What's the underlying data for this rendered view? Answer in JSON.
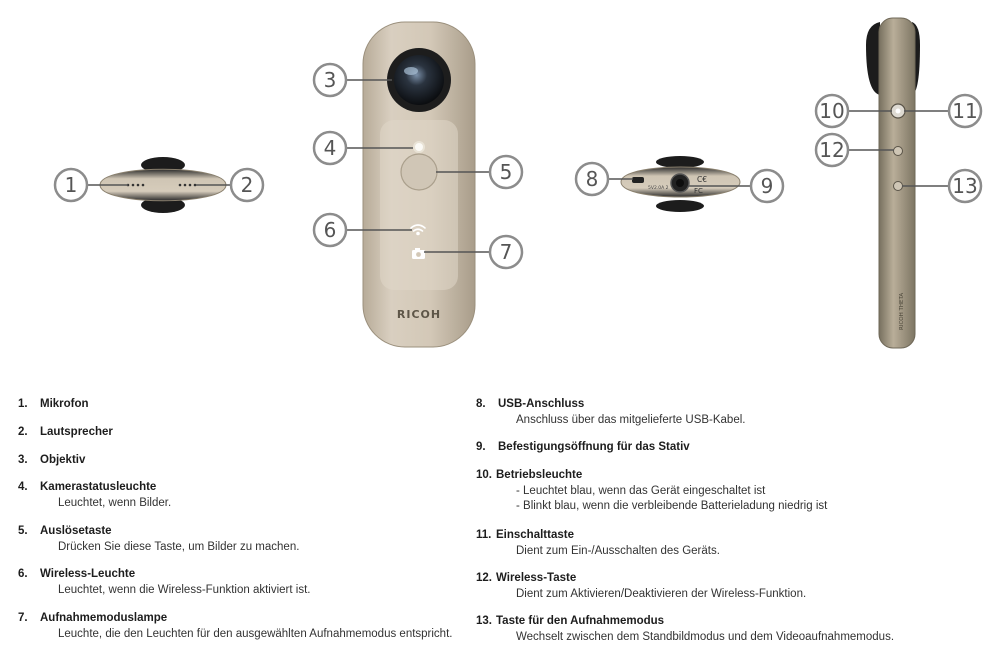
{
  "camera": {
    "brand": "RICOH",
    "usb_label": "5V2.0A\n2",
    "side_text": "RICOH THETA"
  },
  "callouts": [
    "1",
    "2",
    "3",
    "4",
    "5",
    "6",
    "7",
    "8",
    "9",
    "10",
    "11",
    "12",
    "13"
  ],
  "legend": {
    "items": [
      {
        "num": "1.",
        "title": "Mikrofon",
        "desc": []
      },
      {
        "num": "2.",
        "title": "Lautsprecher",
        "desc": []
      },
      {
        "num": "3.",
        "title": "Objektiv",
        "desc": []
      },
      {
        "num": "4.",
        "title": "Kamerastatusleuchte",
        "desc": [
          "Leuchtet, wenn Bilder."
        ]
      },
      {
        "num": "5.",
        "title": "Auslösetaste",
        "desc": [
          "Drücken Sie diese Taste, um Bilder zu machen."
        ]
      },
      {
        "num": "6.",
        "title": "Wireless-Leuchte",
        "desc": [
          "Leuchtet, wenn die Wireless-Funktion aktiviert ist."
        ]
      },
      {
        "num": "7.",
        "title": "Aufnahmemoduslampe",
        "desc": [
          "Leuchte, die den Leuchten für den ausgewählten Aufnahmemodus entspricht."
        ]
      },
      {
        "num": "8.",
        "title": "USB-Anschluss",
        "desc": [
          "Anschluss über das mitgelieferte USB-Kabel."
        ]
      },
      {
        "num": "9.",
        "title": "Befestigungsöffnung für das Stativ",
        "desc": []
      },
      {
        "num": "10.",
        "title": "Betriebsleuchte",
        "desc": [
          "- Leuchtet blau, wenn das Gerät eingeschaltet ist",
          "- Blinkt blau, wenn die verbleibende Batterieladung niedrig ist"
        ]
      },
      {
        "num": "11.",
        "title": "Einschalttaste",
        "desc": [
          "Dient zum Ein-/Ausschalten des Geräts."
        ]
      },
      {
        "num": "12.",
        "title": "Wireless-Taste",
        "desc": [
          "Dient zum Aktivieren/Deaktivieren der Wireless-Funktion."
        ]
      },
      {
        "num": "13.",
        "title": "Taste für den Aufnahmemodus",
        "desc": [
          "Wechselt zwischen dem Standbildmodus und dem Videoaufnahmemodus."
        ]
      }
    ]
  }
}
